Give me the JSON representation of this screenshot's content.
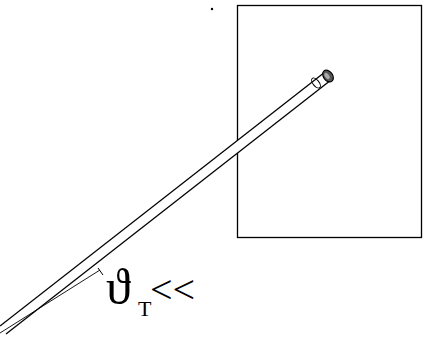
{
  "diagram": {
    "labels": [
      "ϑ",
      "T",
      "<<"
    ]
  }
}
